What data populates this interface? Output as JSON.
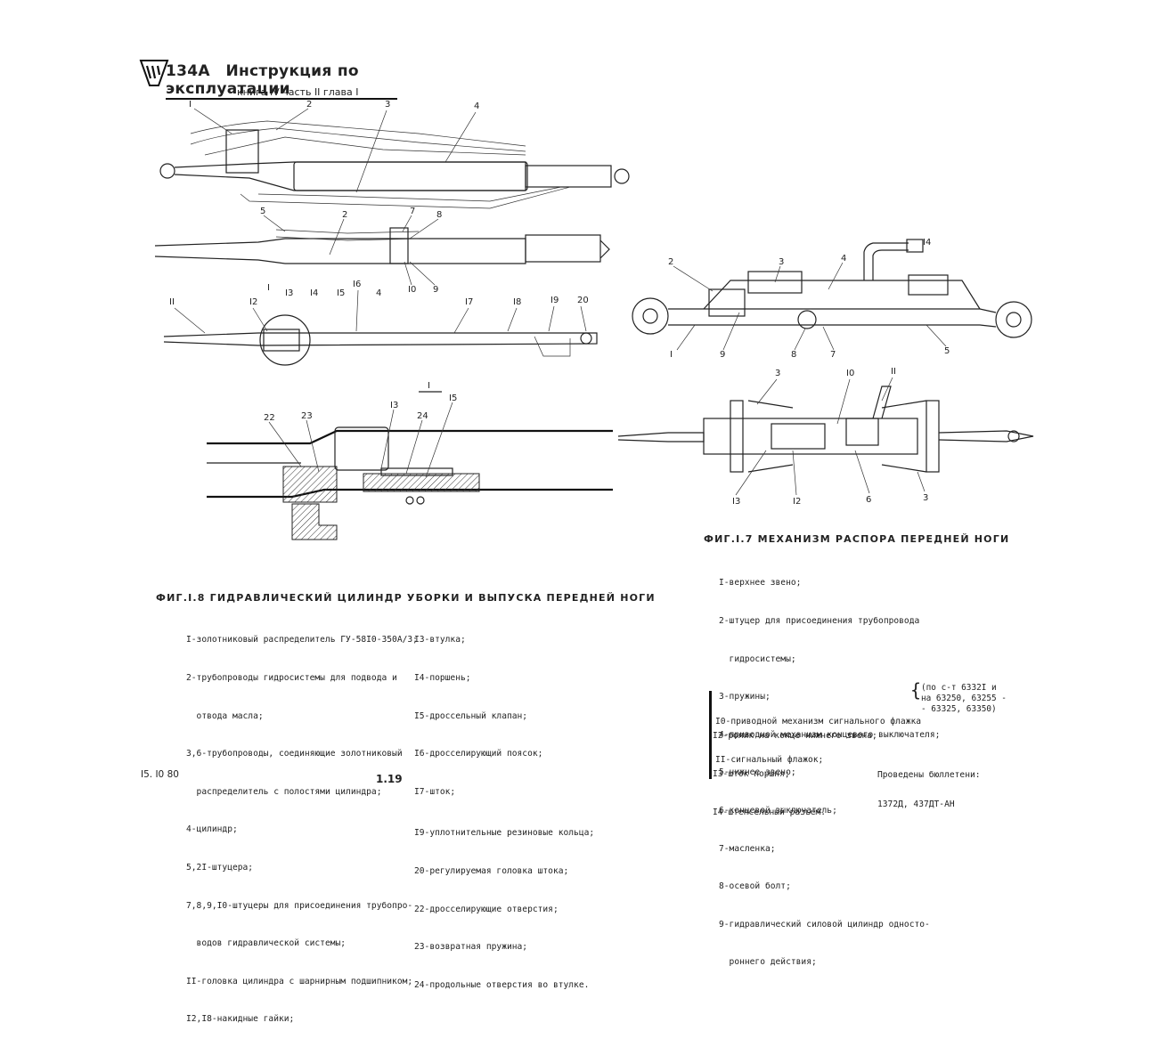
{
  "header": {
    "model": "134A",
    "title": "Инструкция по эксплуатации",
    "book": "книга IV  часть II  глава I"
  },
  "fig18": {
    "caption": "ФИГ.I.8  ГИДРАВЛИЧЕСКИЙ ЦИЛИНДР  УБОРКИ  И  ВЫПУСКА  ПЕРЕДНЕЙ  НОГИ",
    "callouts": [
      "I",
      "2",
      "3",
      "4",
      "5",
      "2",
      "7",
      "8",
      "9",
      "I0",
      "I",
      "I3",
      "I4",
      "I5",
      "I6",
      "4",
      "I7",
      "I8",
      "I9",
      "20",
      "II",
      "I2",
      "I",
      "22",
      "23",
      "I3",
      "24",
      "I5"
    ],
    "legend_left": [
      "I-золотниковый распределитель ГУ-58I0-350А/3;",
      "2-трубопроводы гидросистемы для подвода и",
      "  отвода масла;",
      "3,6-трубопроводы, соединяющие золотниковый",
      "  распределитель с полостями цилиндра;",
      "4-цилиндр;",
      "5,2I-штуцера;",
      "7,8,9,I0-штуцеры для присоединения трубопро-",
      "  водов гидравлической системы;",
      "II-головка цилиндра с шарнирным подшипником;",
      "I2,I8-накидные гайки;"
    ],
    "legend_right": [
      "I3-втулка;",
      "I4-поршень;",
      "I5-дроссельный клапан;",
      "I6-дросселирующий поясок;",
      "I7-шток;",
      "I9-уплотнительные резиновые кольца;",
      "20-регулируемая головка штока;",
      "22-дросселирующие отверстия;",
      "23-возвратная пружина;",
      "24-продольные отверстия во втулке."
    ]
  },
  "fig17": {
    "caption": "ФИГ.I.7  МЕХАНИЗМ  РАСПОРА  ПЕРЕДНЕЙ  НОГИ",
    "callouts": [
      "I4",
      "2",
      "3",
      "4",
      "I",
      "9",
      "8",
      "7",
      "5",
      "3",
      "I0",
      "II",
      "I3",
      "I2",
      "6",
      "3"
    ],
    "legend": [
      "I-верхнее звено;",
      "2-штуцер для присоединения трубопровода",
      "  гидросистемы;",
      "3-пружины;",
      "4-приводной механизм концевого выключателя;",
      "5-нижнее звено;",
      "6-концевой выключатель;",
      "7-масленка;",
      "8-осевой болт;",
      "9-гидравлический силовой цилиндр односто-",
      "  роннего действия;"
    ],
    "legend_bracket": [
      "I0-приводной механизм сигнального флажка",
      "II-сигнальный флажок;"
    ],
    "bracket_note": "(по с-т 6332I и на 63250, 63255 - - 63325, 63350)",
    "legend_tail": [
      "I2-ролик на конце нижнего звена;",
      "I3-шток поршня;",
      "I4-штепсельный разъем."
    ],
    "note_line1": "Проведены бюллетени:",
    "note_line2": "1372Д, 437ДТ-АН"
  },
  "footer": {
    "date": "I5. I0 80",
    "page": "1.19"
  }
}
